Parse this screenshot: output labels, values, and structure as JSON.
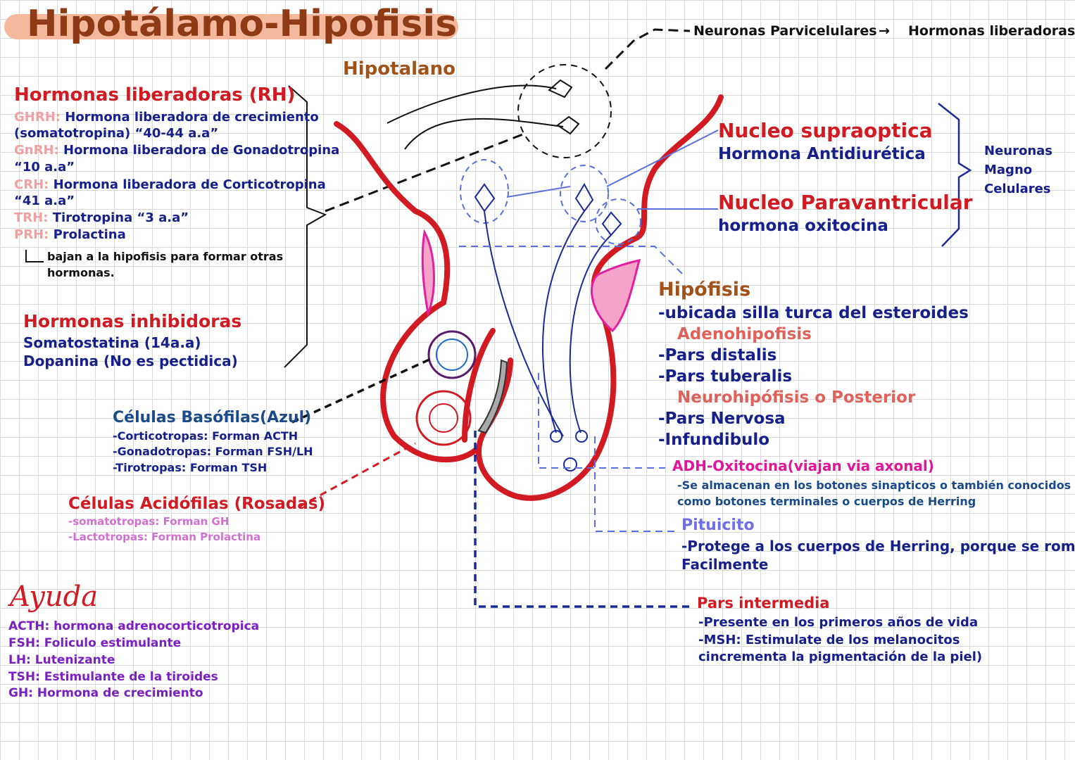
{
  "title": "Hipotálamo-Hipofisis",
  "top_note": {
    "from": "Neuronas Parvicelulares",
    "to": "Hormonas liberadoras"
  },
  "hipotalamo_label": "Hipotalano",
  "liberadoras": {
    "heading": "Hormonas liberadoras (RH)",
    "items": [
      {
        "abbr": "GHRH:",
        "text": "Hormona liberadora de crecimiento",
        "cont": "(somatotropina) “40-44 a.a”"
      },
      {
        "abbr": "GnRH:",
        "text": "Hormona liberadora de Gonadotropina",
        "cont": "“10 a.a”"
      },
      {
        "abbr": "CRH:",
        "text": "Hormona liberadora de Corticotropina",
        "cont": "“41 a.a”"
      },
      {
        "abbr": "TRH:",
        "text": "Tirotropina “3 a.a”"
      },
      {
        "abbr": "PRH:",
        "text": "Prolactina"
      }
    ],
    "note": [
      "bajan a la hipofisis para formar otras",
      "hormonas."
    ]
  },
  "inhibidoras": {
    "heading": "Hormonas inhibidoras",
    "items": [
      "Somatostatina (14a.a)",
      "Dopanina (No es pectidica)"
    ]
  },
  "basofilas": {
    "heading": "Células Basófilas(Azul)",
    "items": [
      "-Corticotropas: Forman ACTH",
      "-Gonadotropas: Forman FSH/LH",
      "-Tirotropas: Forman TSH"
    ]
  },
  "acidofilas": {
    "heading": "Células Acidófilas (Rosadas)",
    "items": [
      "-somatotropas: Forman GH",
      "-Lactotropas: Forman Prolactina"
    ]
  },
  "ayuda": {
    "heading": "Ayuda",
    "items": [
      "ACTH: hormona adrenocorticotropica",
      "FSH: Foliculo estimulante",
      "LH: Lutenizante",
      "TSH: Estimulante de la tiroides",
      "GH: Hormona de crecimiento"
    ]
  },
  "nucleos": {
    "supraoptica": {
      "heading": "Nucleo supraoptica",
      "text": "Hormona Antidiurética"
    },
    "paraventricular": {
      "heading": "Nucleo Paravantricular",
      "text": "hormona oxitocina"
    },
    "group": [
      "Neuronas",
      "Magno",
      "Celulares"
    ]
  },
  "hipofisis": {
    "heading": "Hipófisis",
    "lines": [
      "-ubicada silla turca del esteroides",
      "Adenohipofisis",
      "-Pars distalis",
      "-Pars tuberalis",
      "Neurohipófisis o Posterior",
      "-Pars Nervosa",
      "-Infundibulo"
    ]
  },
  "adh": {
    "heading": "ADH-Oxitocina(viajan via axonal)",
    "lines": [
      "-Se almacenan en los botones sinapticos o también conocidos",
      "como botones terminales o cuerpos de Herring"
    ]
  },
  "pituicito": {
    "heading": "Pituicito",
    "lines": [
      "-Protege a los cuerpos de Herring, porque se rompe",
      "Facilmente"
    ]
  },
  "pars_intermedia": {
    "heading": "Pars intermedia",
    "lines": [
      "-Presente en los primeros años de vida",
      "-MSH: Estimulate de los melanocitos",
      "cincrementa la pigmentación de la piel)"
    ]
  },
  "colors": {
    "title_bg": "#f4b99c",
    "title": "#8e3a14",
    "red": "#d11a22",
    "navy": "#17208a",
    "pink": "#f5a3c8",
    "magenta": "#e0169a",
    "lavender": "#6f6fe6",
    "purple": "#7a1fc0"
  }
}
